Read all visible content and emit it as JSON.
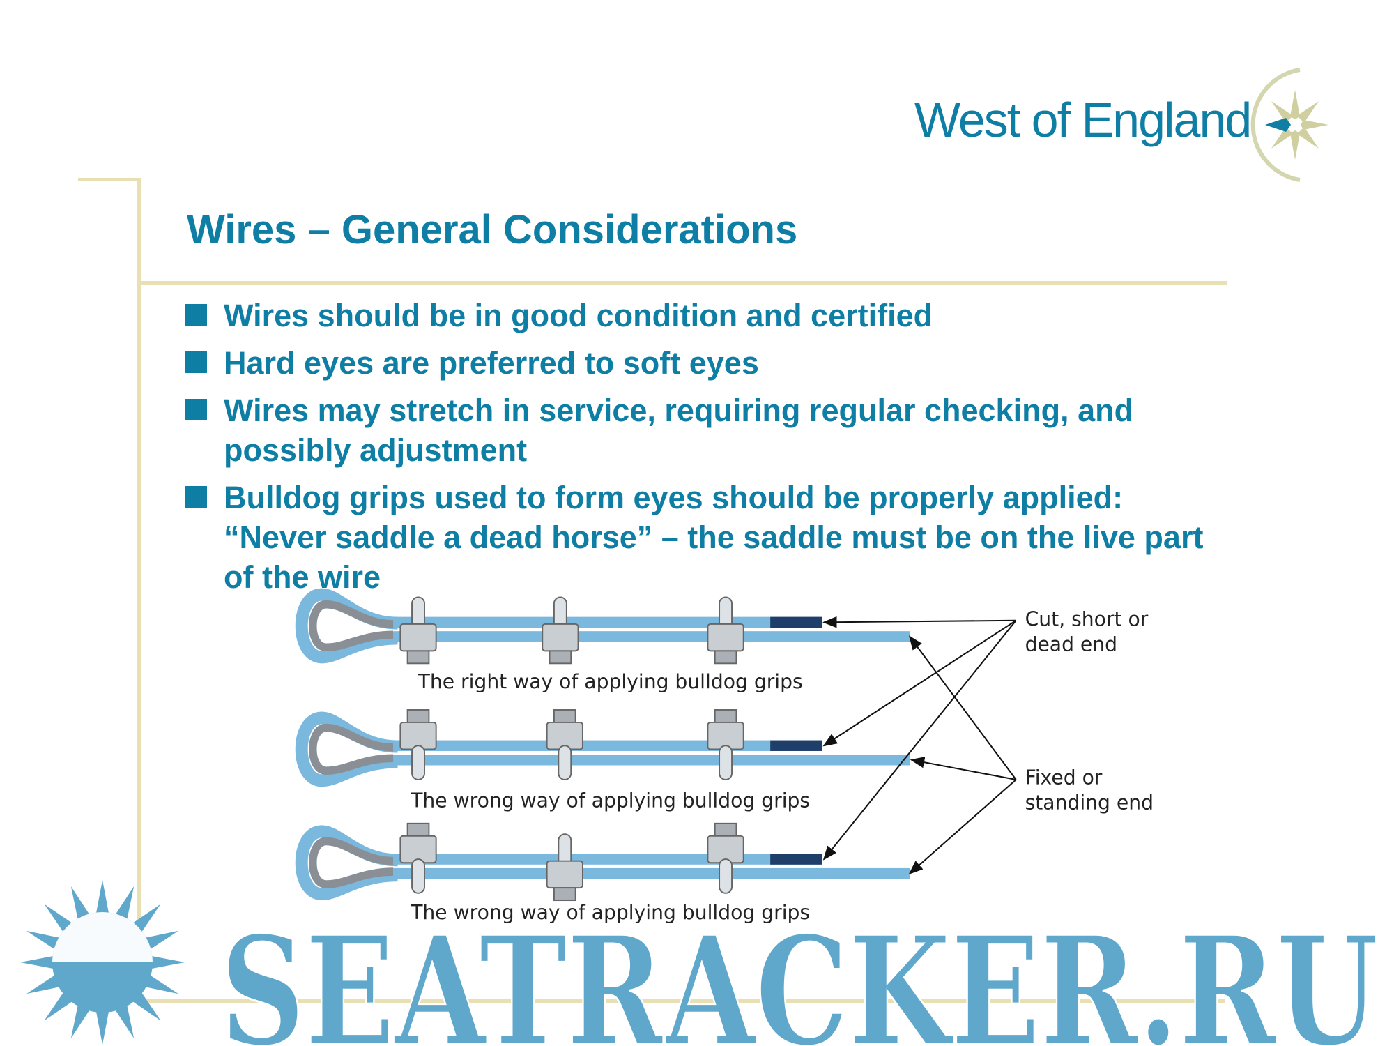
{
  "logo": {
    "text": "West of England"
  },
  "slide": {
    "title": "Wires – General Considerations",
    "bullets": [
      "Wires should be in good condition and certified",
      "Hard eyes are preferred to soft eyes",
      "Wires may stretch in service, requiring regular checking, and possibly adjustment",
      "Bulldog grips used to form eyes should be properly applied: “Never saddle a dead horse” – the saddle must be on the live part of the wire"
    ]
  },
  "diagram": {
    "captions": [
      "The right way of applying bulldog grips",
      "The wrong way of applying bulldog grips",
      "The wrong way of applying bulldog grips"
    ],
    "label_dead_end": [
      "Cut, short or",
      "dead end"
    ],
    "label_standing_end": [
      "Fixed or",
      "standing end"
    ]
  },
  "watermark": {
    "text": "SEATRACKER.RU"
  },
  "colors": {
    "accent": "#0f7ea5",
    "frame": "#e8dfb3",
    "wire": "#7ab8de",
    "watermark": "#5fa8cc"
  }
}
